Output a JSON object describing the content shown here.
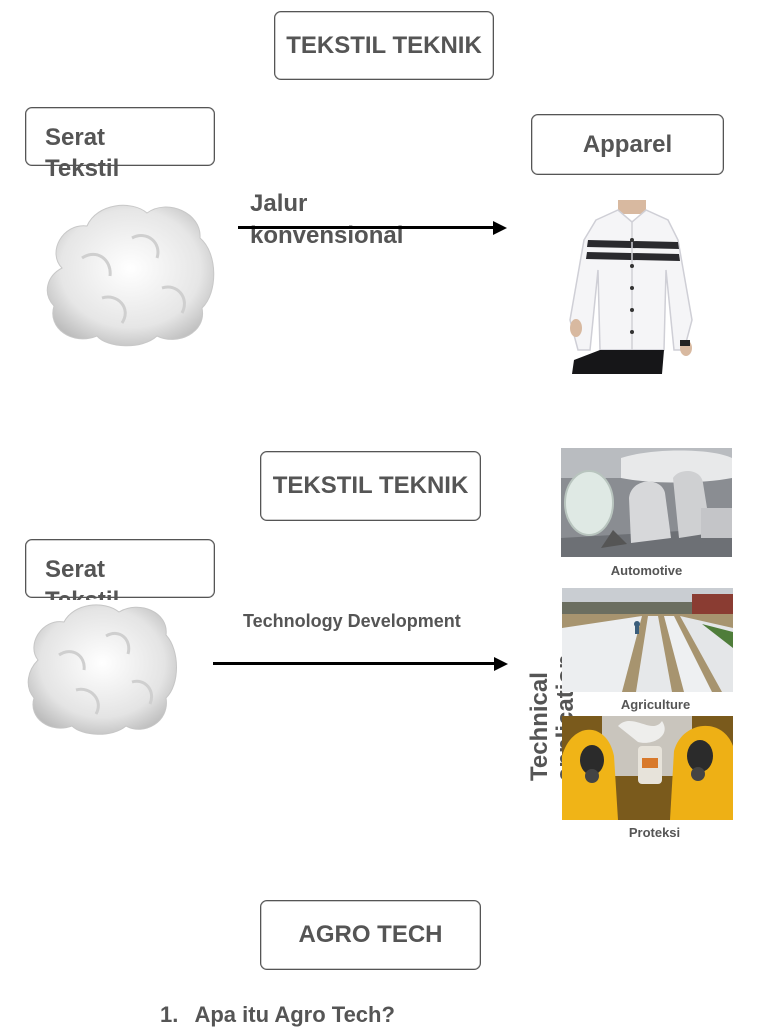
{
  "section1": {
    "title": "TEKSTIL TEKNIK",
    "source_box": "Serat\nTekstil",
    "path_label": "Jalur\nkonvensional",
    "target_box": "Apparel"
  },
  "section2": {
    "title": "TEKSTIL TEKNIK",
    "source_box": "Serat\nTekstil",
    "path_label": "Technology Development",
    "vertical_label_line1": "Technical",
    "vertical_label_line2": "application",
    "applications": [
      {
        "caption": "Automotive"
      },
      {
        "caption": "Agriculture"
      },
      {
        "caption": "Proteksi"
      }
    ]
  },
  "section3": {
    "title": "AGRO TECH",
    "list_item_number": "1.",
    "list_item_text": "Apa itu Agro Tech?"
  },
  "colors": {
    "text": "#555555",
    "arrow": "#000000",
    "border": "#555555"
  }
}
